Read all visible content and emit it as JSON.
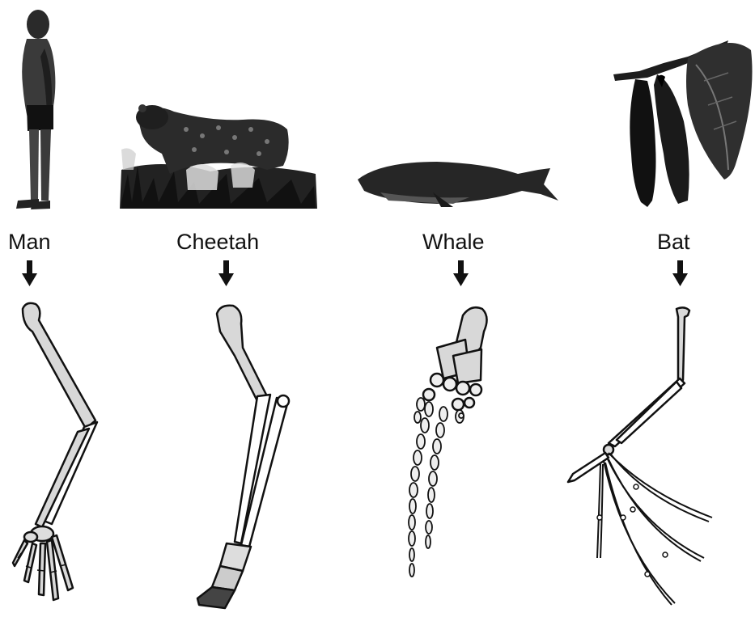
{
  "figure": {
    "panels": [
      {
        "label": "Man",
        "animal_icon": "standing-man-icon",
        "limb_icon": "human-arm-skeleton-icon"
      },
      {
        "label": "Cheetah",
        "animal_icon": "cheetah-icon",
        "limb_icon": "cheetah-foreleg-skeleton-icon"
      },
      {
        "label": "Whale",
        "animal_icon": "whale-icon",
        "limb_icon": "whale-flipper-skeleton-icon"
      },
      {
        "label": "Bat",
        "animal_icon": "hanging-bat-icon",
        "limb_icon": "bat-wing-skeleton-icon"
      }
    ],
    "colors": {
      "ink": "#111111",
      "bone_fill": "#d8d8d8",
      "background": "#ffffff"
    }
  }
}
